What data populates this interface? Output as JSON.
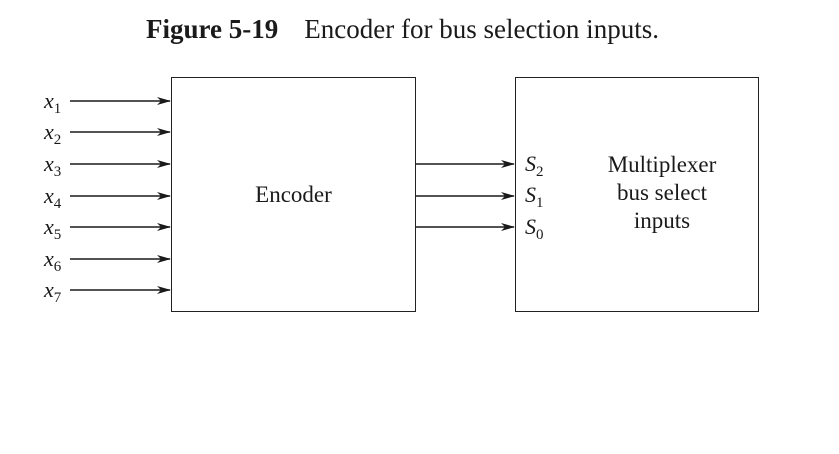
{
  "caption": {
    "figure_label": "Figure 5-19",
    "text": "Encoder for bus selection inputs."
  },
  "encoder": {
    "label": "Encoder"
  },
  "multiplexer": {
    "lines": [
      "Multiplexer",
      "bus select",
      "inputs"
    ]
  },
  "inputs": [
    {
      "var": "x",
      "sub": "1"
    },
    {
      "var": "x",
      "sub": "2"
    },
    {
      "var": "x",
      "sub": "3"
    },
    {
      "var": "x",
      "sub": "4"
    },
    {
      "var": "x",
      "sub": "5"
    },
    {
      "var": "x",
      "sub": "6"
    },
    {
      "var": "x",
      "sub": "7"
    }
  ],
  "selects": [
    {
      "var": "S",
      "sub": "2"
    },
    {
      "var": "S",
      "sub": "1"
    },
    {
      "var": "S",
      "sub": "0"
    }
  ]
}
